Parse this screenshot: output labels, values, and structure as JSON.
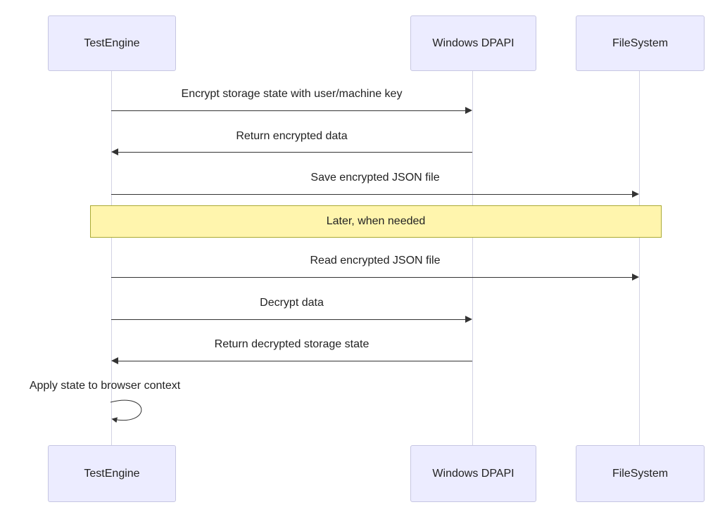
{
  "diagram": {
    "type": "sequence-diagram",
    "actors": [
      {
        "name": "TestEngine"
      },
      {
        "name": "Windows DPAPI"
      },
      {
        "name": "FileSystem"
      }
    ],
    "messages": [
      {
        "from": "TestEngine",
        "to": "Windows DPAPI",
        "label": "Encrypt storage state with user/machine key",
        "direction": "right"
      },
      {
        "from": "Windows DPAPI",
        "to": "TestEngine",
        "label": "Return encrypted data",
        "direction": "left"
      },
      {
        "from": "TestEngine",
        "to": "FileSystem",
        "label": "Save encrypted JSON file",
        "direction": "right"
      },
      {
        "from": "TestEngine",
        "to": "FileSystem",
        "label": "Read encrypted JSON file",
        "direction": "right"
      },
      {
        "from": "TestEngine",
        "to": "Windows DPAPI",
        "label": "Decrypt data",
        "direction": "right"
      },
      {
        "from": "Windows DPAPI",
        "to": "TestEngine",
        "label": "Return decrypted storage state",
        "direction": "left"
      },
      {
        "from": "TestEngine",
        "to": "TestEngine",
        "label": "Apply state to browser context",
        "direction": "self"
      }
    ],
    "note": {
      "label": "Later, when needed"
    },
    "colors": {
      "actor_fill": "#ECECFF",
      "actor_border": "#c6c6e2",
      "note_fill": "#FFF5AD",
      "note_border": "#AAAA33",
      "line": "#333333",
      "lifeline": "#d2d2e4"
    }
  }
}
